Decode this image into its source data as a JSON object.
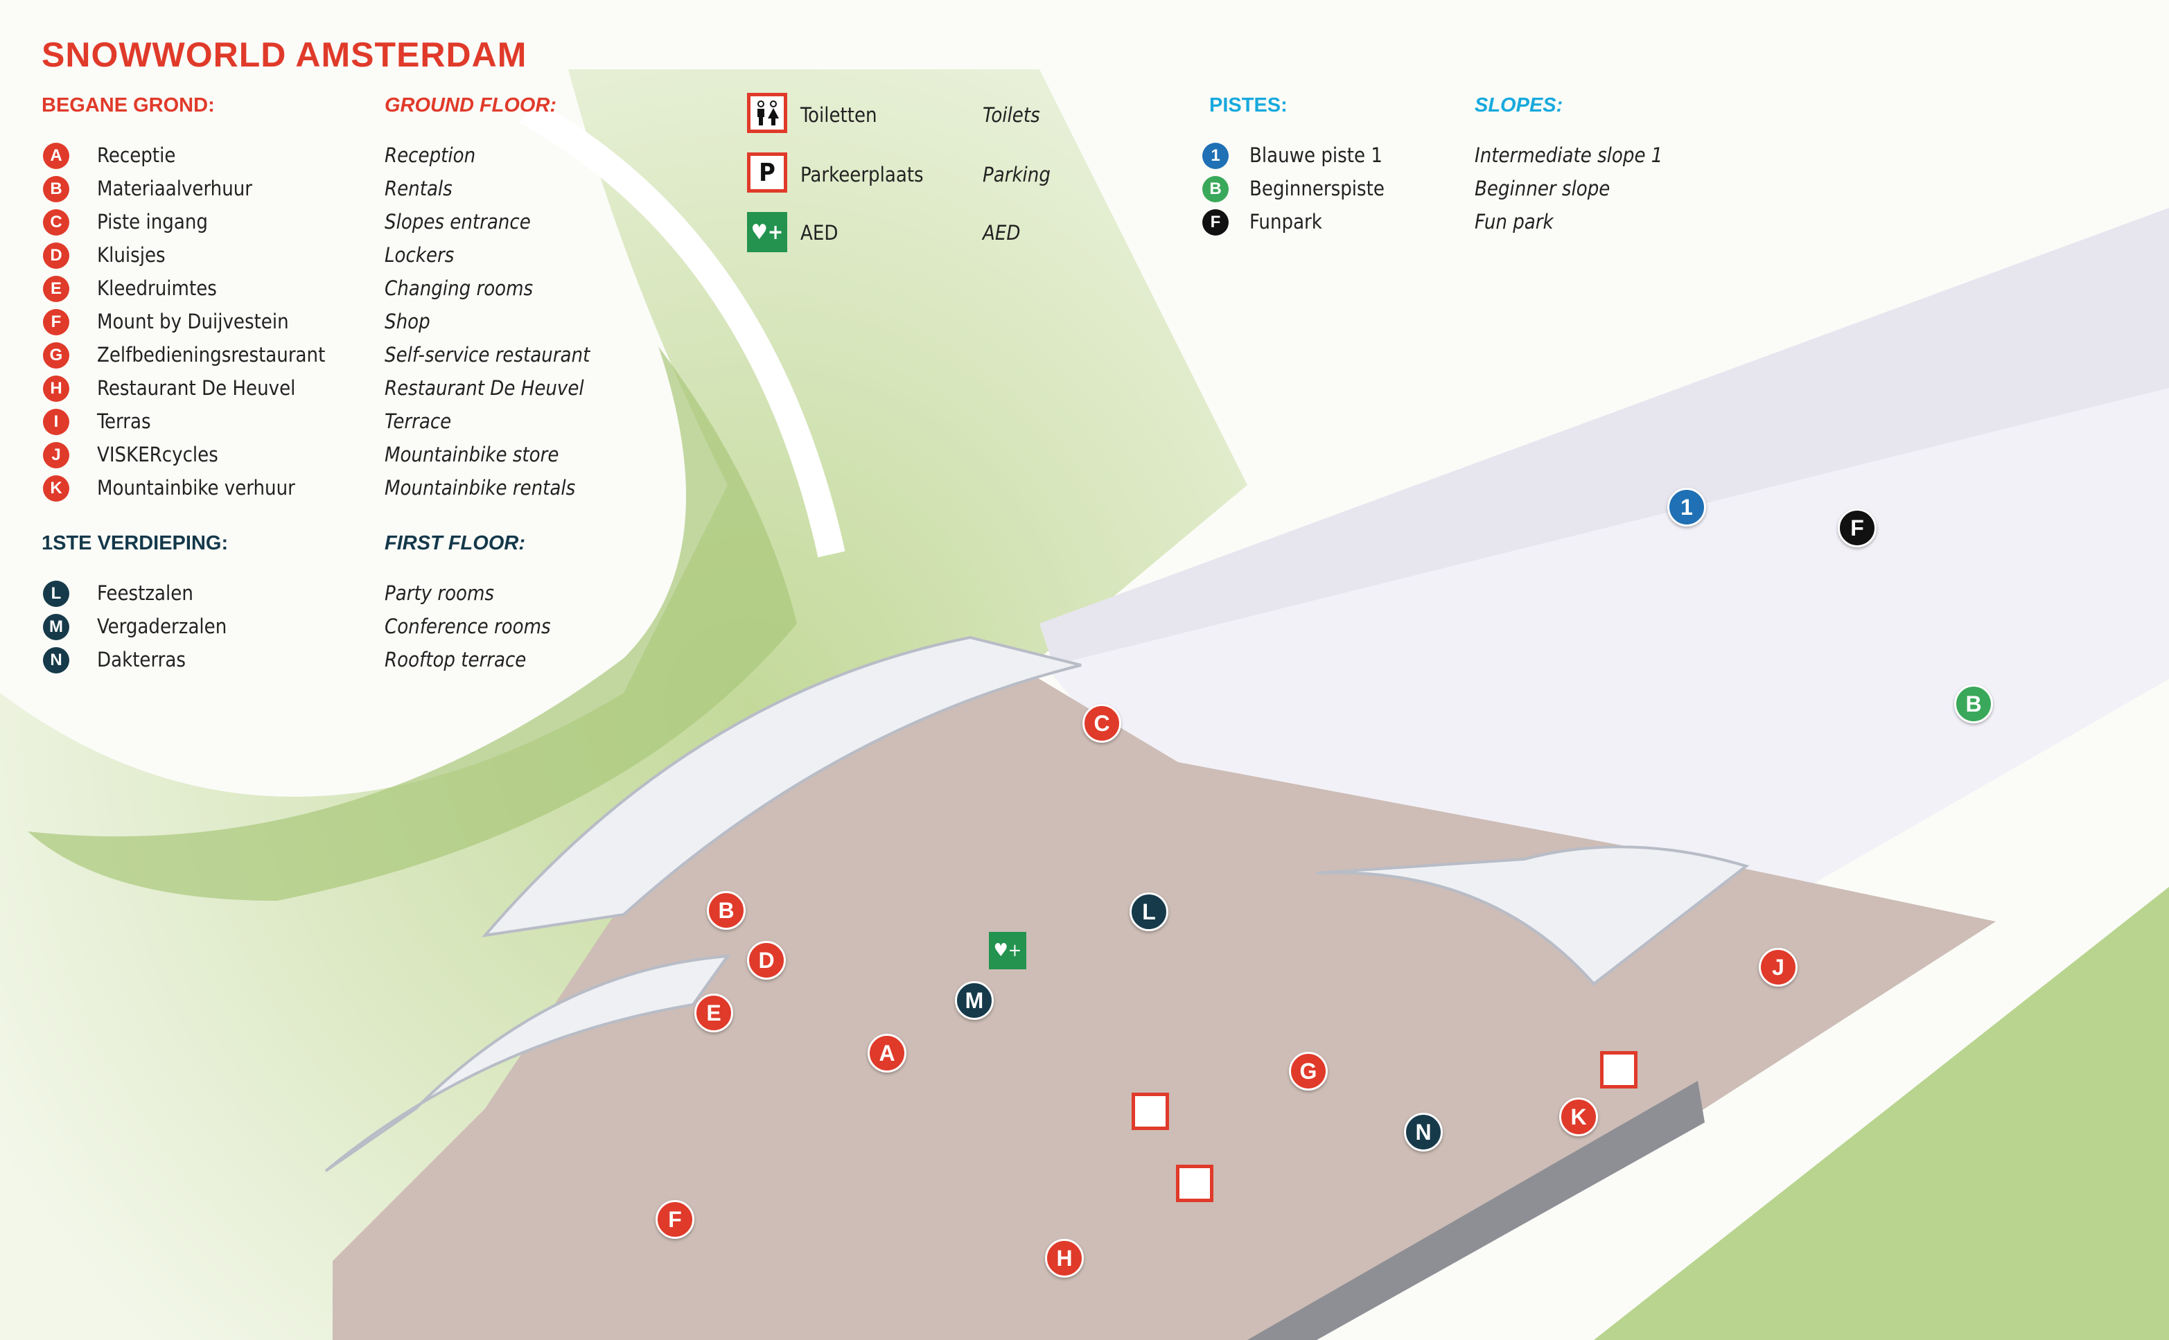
{
  "title": "SNOWWORLD AMSTERDAM",
  "ground_floor": {
    "heading_nl": "BEGANE GROND:",
    "heading_en": "GROUND FLOOR:",
    "items": [
      {
        "letter": "A",
        "nl": "Receptie",
        "en": "Reception"
      },
      {
        "letter": "B",
        "nl": "Materiaalverhuur",
        "en": "Rentals"
      },
      {
        "letter": "C",
        "nl": "Piste ingang",
        "en": "Slopes entrance"
      },
      {
        "letter": "D",
        "nl": "Kluisjes",
        "en": "Lockers"
      },
      {
        "letter": "E",
        "nl": "Kleedruimtes",
        "en": "Changing rooms"
      },
      {
        "letter": "F",
        "nl": "Mount by Duijvestein",
        "en": "Shop"
      },
      {
        "letter": "G",
        "nl": "Zelfbedieningsrestaurant",
        "en": "Self-service restaurant"
      },
      {
        "letter": "H",
        "nl": "Restaurant De Heuvel",
        "en": "Restaurant De Heuvel"
      },
      {
        "letter": "I",
        "nl": "Terras",
        "en": "Terrace"
      },
      {
        "letter": "J",
        "nl": "VISKERcycles",
        "en": "Mountainbike store"
      },
      {
        "letter": "K",
        "nl": "Mountainbike verhuur",
        "en": "Mountainbike rentals"
      }
    ]
  },
  "first_floor": {
    "heading_nl": "1STE VERDIEPING:",
    "heading_en": "FIRST FLOOR:",
    "items": [
      {
        "letter": "L",
        "nl": "Feestzalen",
        "en": "Party rooms"
      },
      {
        "letter": "M",
        "nl": "Vergaderzalen",
        "en": "Conference rooms"
      },
      {
        "letter": "N",
        "nl": "Dakterras",
        "en": "Rooftop terrace"
      }
    ]
  },
  "facilities": [
    {
      "icon": "toilet-icon",
      "nl": "Toiletten",
      "en": "Toilets"
    },
    {
      "icon": "parking-icon",
      "symbol": "P",
      "nl": "Parkeerplaats",
      "en": "Parking"
    },
    {
      "icon": "aed-icon",
      "nl": "AED",
      "en": "AED"
    }
  ],
  "pistes": {
    "heading_nl": "PISTES:",
    "heading_en": "SLOPES:",
    "items": [
      {
        "symbol": "1",
        "color": "#1f70b4",
        "nl": "Blauwe piste 1",
        "en": "Intermediate slope 1"
      },
      {
        "symbol": "B",
        "color": "#3aa85a",
        "nl": "Beginnerspiste",
        "en": "Beginner slope"
      },
      {
        "symbol": "F",
        "color": "#111111",
        "nl": "Funpark",
        "en": "Fun park"
      }
    ]
  },
  "map": {
    "markers": {
      "A": "A",
      "B": "B",
      "C": "C",
      "D": "D",
      "E": "E",
      "F": "F",
      "G": "G",
      "H": "H",
      "J": "J",
      "K": "K",
      "L": "L",
      "M": "M",
      "N": "N",
      "p1": "1",
      "pF": "F",
      "pB": "B"
    }
  },
  "colors": {
    "accent_red": "#e03a2a",
    "navy": "#14384a",
    "cyan": "#17a9dd"
  }
}
